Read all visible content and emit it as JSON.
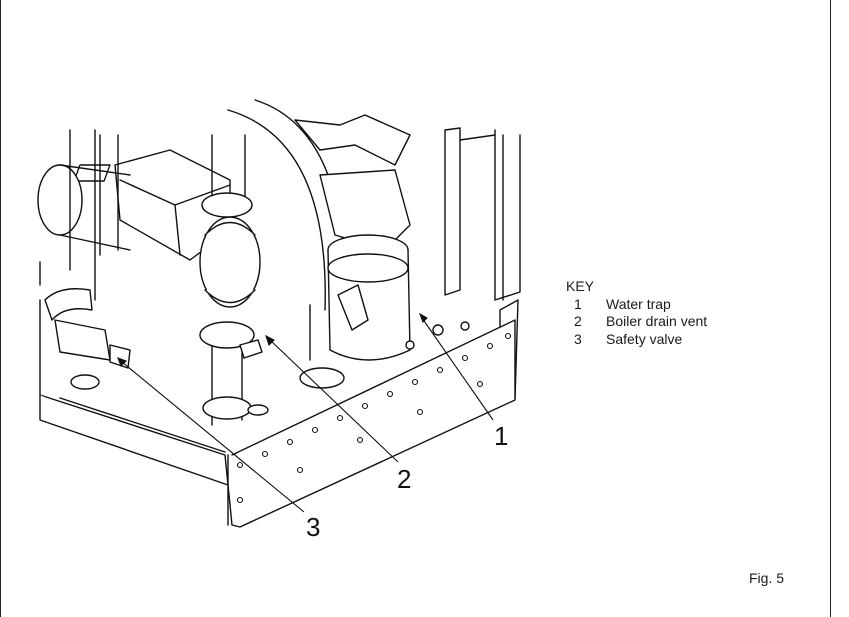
{
  "callouts": [
    {
      "number": "1"
    },
    {
      "number": "2"
    },
    {
      "number": "3"
    }
  ],
  "key": {
    "title": "KEY",
    "items": [
      {
        "number": "1",
        "label": "Water trap"
      },
      {
        "number": "2",
        "label": "Boiler drain vent"
      },
      {
        "number": "3",
        "label": "Safety valve"
      }
    ]
  },
  "figure_label": "Fig. 5"
}
